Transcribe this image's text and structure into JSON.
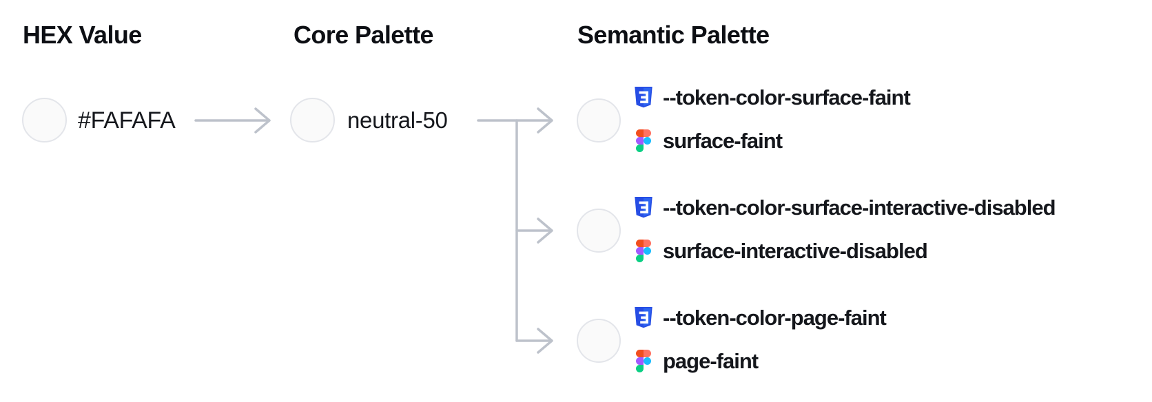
{
  "columns": {
    "hex_title": "HEX Value",
    "core_title": "Core Palette",
    "semantic_title": "Semantic Palette"
  },
  "hex_node": {
    "label": "#FAFAFA",
    "swatch_color": "#FAFAFA"
  },
  "core_node": {
    "label": "neutral-50",
    "swatch_color": "#FAFAFA"
  },
  "semantic_nodes": [
    {
      "css_variable": "--token-color-surface-faint",
      "figma_style": "surface-faint",
      "swatch_color": "#FAFAFA"
    },
    {
      "css_variable": "--token-color-surface-interactive-disabled",
      "figma_style": "surface-interactive-disabled",
      "swatch_color": "#FAFAFA"
    },
    {
      "css_variable": "--token-color-page-faint",
      "figma_style": "page-faint",
      "swatch_color": "#FAFAFA"
    }
  ],
  "icons": {
    "css_icon": "css3-badge-icon",
    "figma_icon": "figma-logo-icon",
    "arrow_icon": "right-arrow"
  },
  "colors": {
    "background": "#FFFFFF",
    "swatch_fill": "#FAFAFA",
    "swatch_border": "#E3E5EA",
    "connector": "#BDC2CB",
    "heading_text": "#0D0F14",
    "label_text": "#15171C",
    "css_badge_blue": "#264DE4",
    "css_badge_blue_light": "#2E65F1",
    "figma_orange": "#F24E1E",
    "figma_salmon": "#FF7262",
    "figma_purple": "#A259FF",
    "figma_blue": "#1ABCFE",
    "figma_green": "#0ACF83"
  }
}
